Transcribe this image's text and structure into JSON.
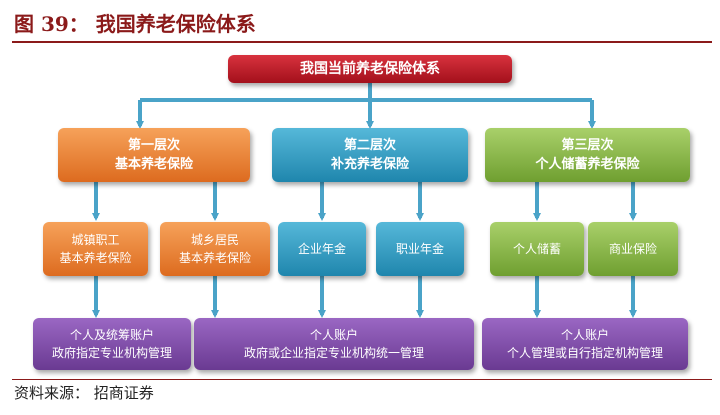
{
  "figure": {
    "title": "图 39：  我国养老保险体系",
    "source": "资料来源：  招商证券"
  },
  "colors": {
    "root": "#b81c27",
    "tier1": "#e97f32",
    "tier2": "#2f9bc2",
    "tier3": "#88b548",
    "accounts": "#7b4aa3",
    "arrow": "#4aa3c8",
    "title": "#8b1a1a"
  },
  "diagram": {
    "root": {
      "label": "我国当前养老保险体系"
    },
    "tiers": [
      {
        "line1": "第一层次",
        "line2": "基本养老保险",
        "children": [
          {
            "line1": "城镇职工",
            "line2": "基本养老保险"
          },
          {
            "line1": "城乡居民",
            "line2": "基本养老保险"
          }
        ]
      },
      {
        "line1": "第二层次",
        "line2": "补充养老保险",
        "children": [
          {
            "line1": "企业年金"
          },
          {
            "line1": "职业年金"
          }
        ]
      },
      {
        "line1": "第三层次",
        "line2": "个人储蓄养老保险",
        "children": [
          {
            "line1": "个人储蓄"
          },
          {
            "line1": "商业保险"
          }
        ]
      }
    ],
    "accounts": [
      {
        "line1": "个人及统筹账户",
        "line2": "政府指定专业机构管理"
      },
      {
        "line1": "个人账户",
        "line2": "政府或企业指定专业机构统一管理"
      },
      {
        "line1": "个人账户",
        "line2": "个人管理或自行指定机构管理"
      }
    ]
  }
}
